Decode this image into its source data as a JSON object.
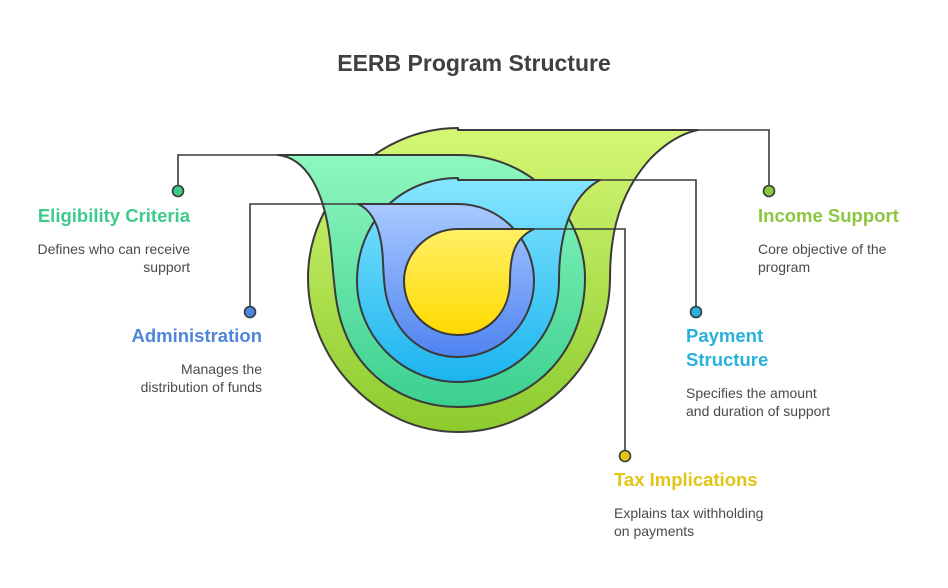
{
  "title": "EERB Program Structure",
  "colors": {
    "income_support": "#8CC63F",
    "eligibility_criteria": "#3DCB8A",
    "payment_structure": "#29B1DC",
    "administration": "#4F86DC",
    "tax_implications": "#E2C514",
    "outline": "#3a3a3a"
  },
  "items": {
    "eligibility": {
      "label": "Eligibility Criteria",
      "desc1": "Defines who can receive",
      "desc2": "support"
    },
    "administration": {
      "label": "Administration",
      "desc1": "Manages the",
      "desc2": "distribution of funds"
    },
    "income": {
      "label": "Income Support",
      "desc1": "Core objective of the",
      "desc2": "program"
    },
    "payment": {
      "label1": "Payment",
      "label2": "Structure",
      "desc1": "Specifies the amount",
      "desc2": "and duration of support"
    },
    "tax": {
      "label": "Tax Implications",
      "desc1": "Explains tax withholding",
      "desc2": "on payments"
    }
  }
}
